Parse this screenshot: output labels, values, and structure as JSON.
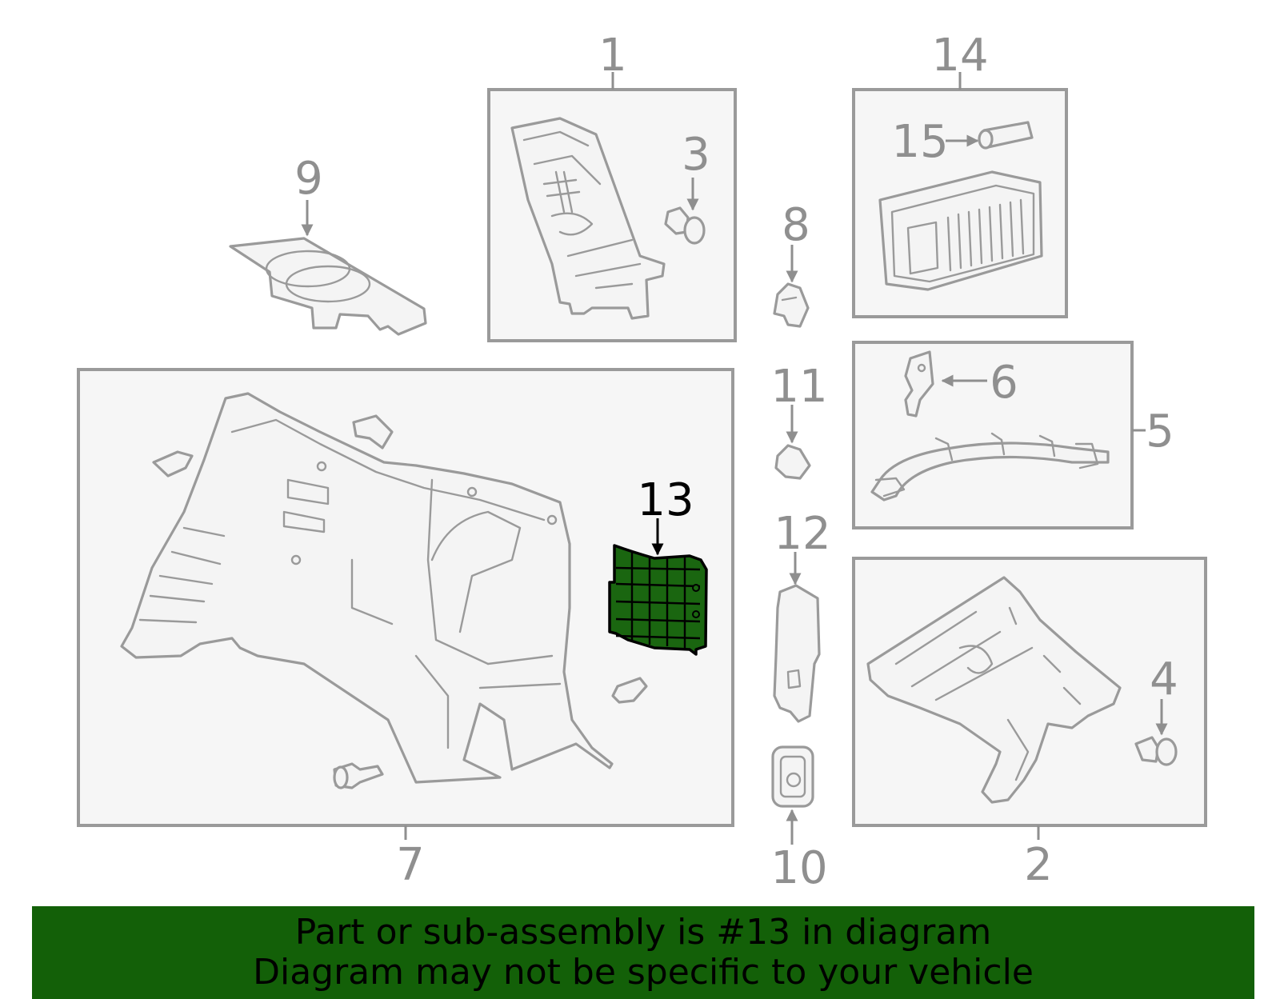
{
  "callouts": {
    "n1": "1",
    "n2": "2",
    "n3": "3",
    "n4": "4",
    "n5": "5",
    "n6": "6",
    "n7": "7",
    "n8": "8",
    "n9": "9",
    "n10": "10",
    "n11": "11",
    "n12": "12",
    "n13": "13",
    "n14": "14",
    "n15": "15"
  },
  "highlight": {
    "part_number": "13",
    "color": "#1a6610"
  },
  "banner": {
    "line1": "Part or sub-assembly is #13 in diagram",
    "line2": "Diagram may not be specific to your vehicle",
    "color": "#136008"
  }
}
